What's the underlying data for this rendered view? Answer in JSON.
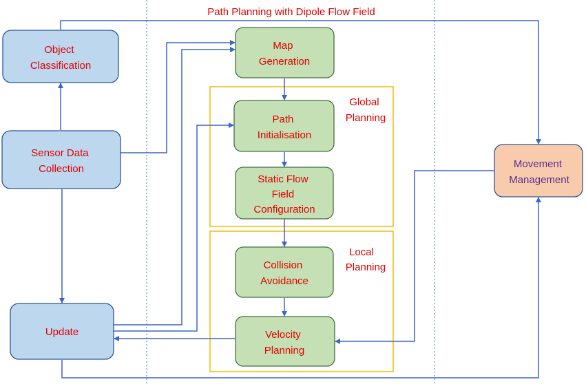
{
  "title": "Path Planning with Dipole Flow Field",
  "nodes": {
    "object_classification": {
      "lines": [
        "Object",
        "Classification"
      ]
    },
    "sensor_data_collection": {
      "lines": [
        "Sensor Data",
        "Collection"
      ]
    },
    "update": {
      "lines": [
        "Update"
      ]
    },
    "map_generation": {
      "lines": [
        "Map",
        "Generation"
      ]
    },
    "path_initialisation": {
      "lines": [
        "Path",
        "Initialisation"
      ]
    },
    "static_flow_field_configuration": {
      "lines": [
        "Static Flow",
        "Field",
        "Configuration"
      ]
    },
    "collision_avoidance": {
      "lines": [
        "Collision",
        "Avoidance"
      ]
    },
    "velocity_planning": {
      "lines": [
        "Velocity",
        "Planning"
      ]
    },
    "movement_management": {
      "lines": [
        "Movement",
        "Management"
      ]
    }
  },
  "groups": {
    "global_planning": {
      "lines": [
        "Global",
        "Planning"
      ]
    },
    "local_planning": {
      "lines": [
        "Local",
        "Planning"
      ]
    }
  },
  "colors": {
    "left_node_fill": "#bdd7ee",
    "center_node_fill": "#c5e0b4",
    "right_node_fill": "#f8cbad",
    "group_border": "#f5b800",
    "arrow": "#3a67c5",
    "label_text": "#e00000",
    "movement_text": "#5b2c91"
  }
}
